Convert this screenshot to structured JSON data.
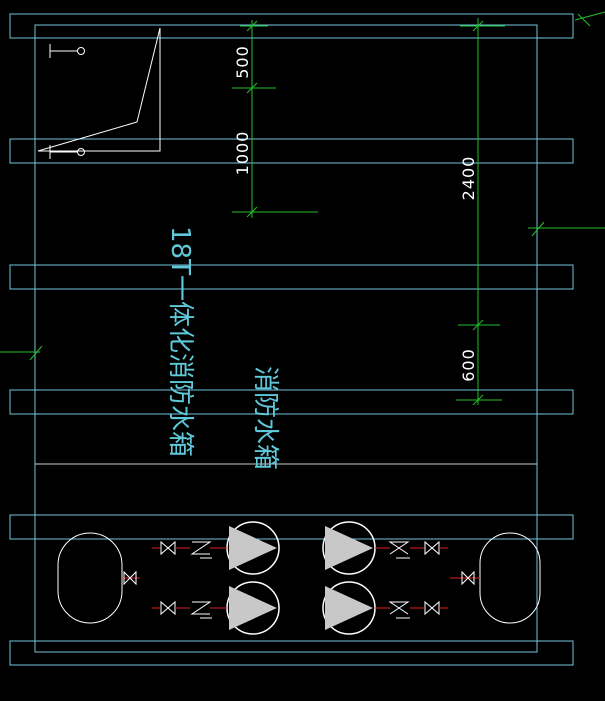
{
  "drawing": {
    "title_main": "18T一体化消防水箱",
    "title_sub": "消防水箱",
    "dimensions": {
      "dim_500": "500",
      "dim_1000": "1000",
      "dim_2400": "2400",
      "dim_600": "600"
    },
    "colors": {
      "background": "#000000",
      "outline": "#6fc6dc",
      "dimension": "#22c12b",
      "geometry": "#ffffff",
      "pump_fill": "#c8c8c8",
      "pipe_red": "#e02020"
    },
    "equipment": {
      "pumps": 4,
      "tanks": 2
    }
  }
}
